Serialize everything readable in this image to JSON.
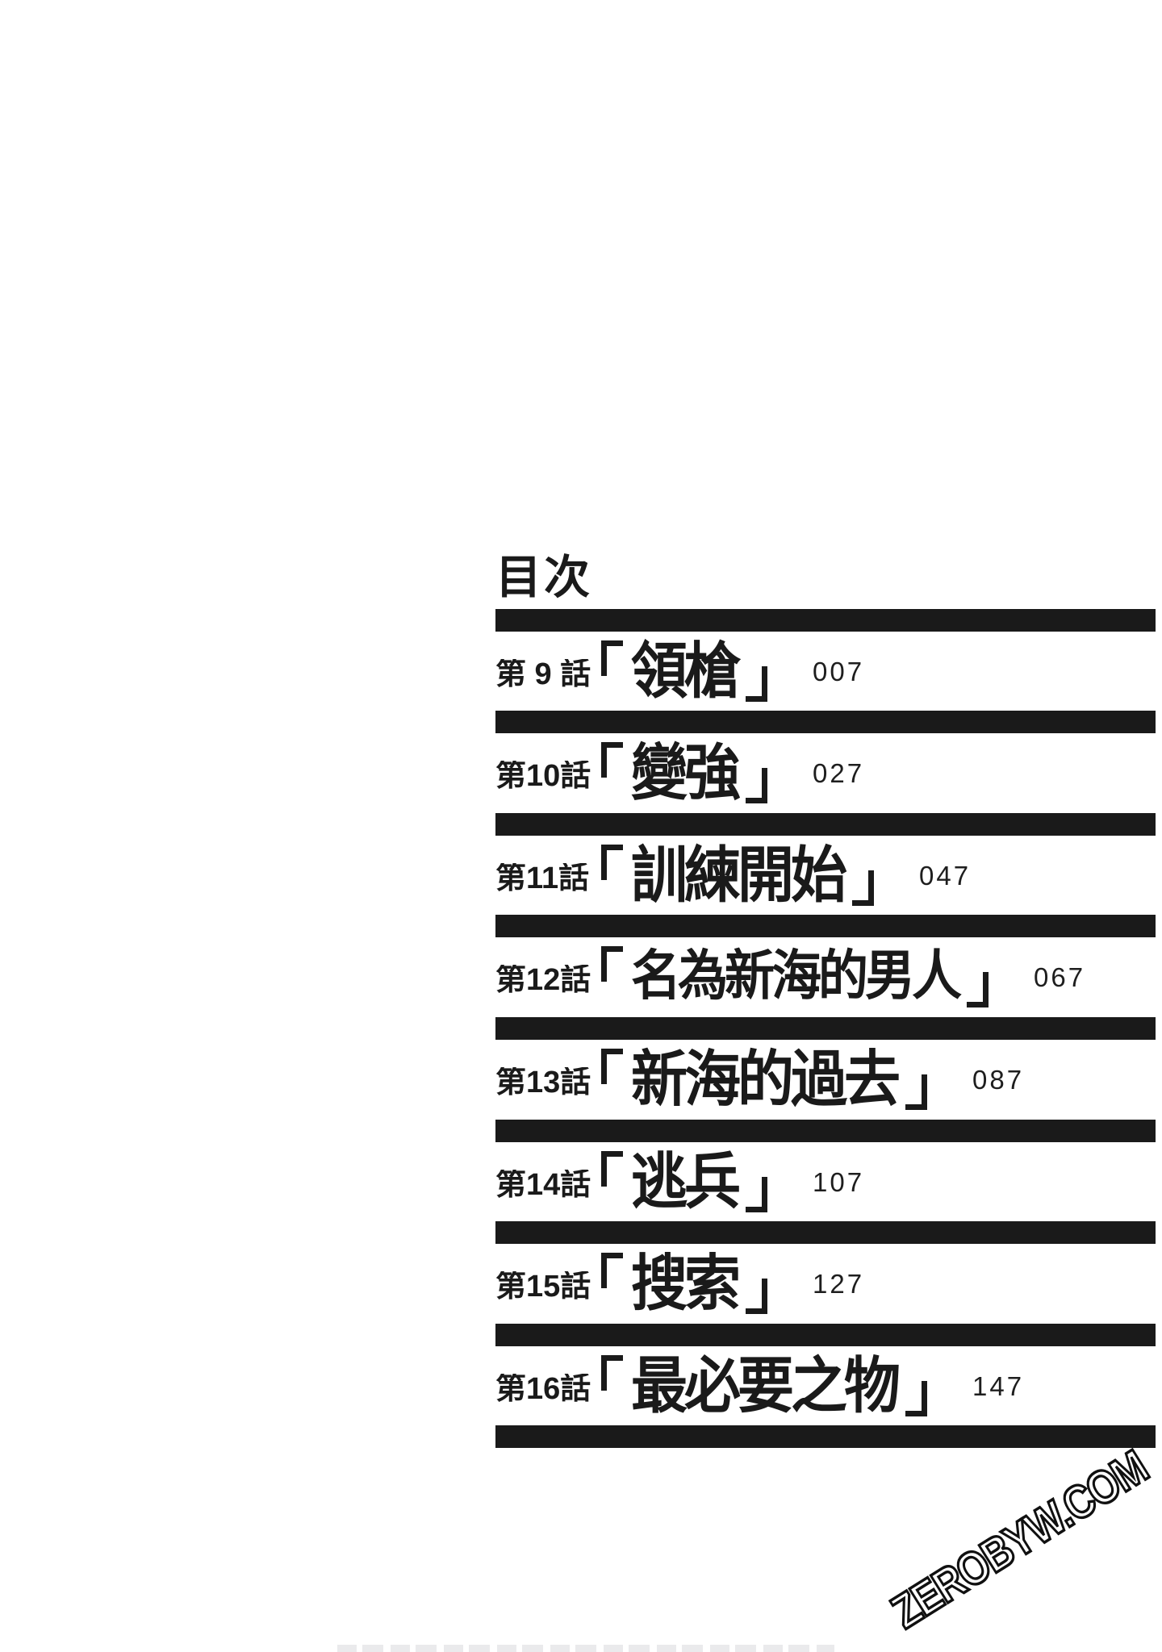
{
  "page": {
    "kind": "manga table of contents scan",
    "background": "#ffffff",
    "watermark": "ZEROBYW.COM",
    "footer_cutoff": "illegible light-gray text strip cut off at bottom page edge"
  },
  "toc": {
    "title": "目次",
    "bracket_open": "「",
    "bracket_close": "」",
    "entries": [
      {
        "label": "第 9 話",
        "title": "領槍",
        "page": "007"
      },
      {
        "label": "第10話",
        "title": "變強",
        "page": "027"
      },
      {
        "label": "第11話",
        "title": "訓練開始",
        "page": "047"
      },
      {
        "label": "第12話",
        "title": "名為新海的男人",
        "page": "067"
      },
      {
        "label": "第13話",
        "title": "新海的過去",
        "page": "087"
      },
      {
        "label": "第14話",
        "title": "逃兵",
        "page": "107"
      },
      {
        "label": "第15話",
        "title": "搜索",
        "page": "127"
      },
      {
        "label": "第16話",
        "title": "最必要之物",
        "page": "147"
      }
    ]
  },
  "colors": {
    "ink": "#1a1a1a",
    "page_number": "#1e1e1e",
    "watermark_fill": "#ffffff",
    "watermark_outline": "#101010",
    "footer_fragment": "#e9e9eb"
  }
}
